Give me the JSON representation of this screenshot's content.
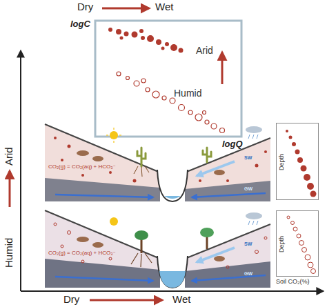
{
  "diagram": {
    "nodes": [
      {
        "text": [
          "Depth"
        ]
      },
      {
        "text": [
          "Depth"
        ]
      }
    ],
    "labels": [
      "Dry",
      "Wet",
      "logC",
      "Arid",
      "Humid",
      "logQ",
      "Arid",
      "Humid",
      "CO₂(g) = CO₂(aq) + HCO₃⁻",
      "SW",
      "GW",
      "CO₂(g) = CO₂(aq) + HCO₃⁻",
      "SW",
      "GW",
      "Soil CO₂(%)",
      "Dry",
      "Wet"
    ]
  }
}
